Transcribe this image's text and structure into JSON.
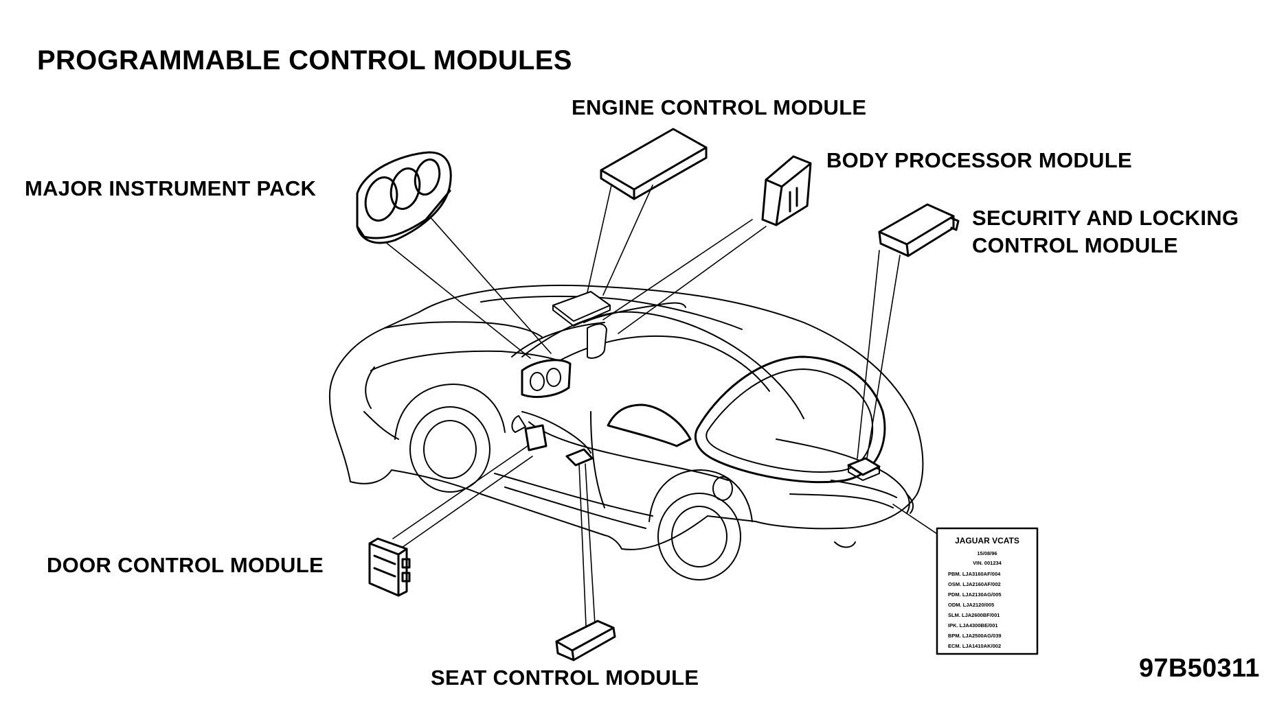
{
  "title": "PROGRAMMABLE CONTROL MODULES",
  "labels": {
    "engine_control_module": "ENGINE CONTROL MODULE",
    "body_processor_module": "BODY PROCESSOR MODULE",
    "major_instrument_pack": "MAJOR INSTRUMENT PACK",
    "security_locking_line1": "SECURITY AND LOCKING",
    "security_locking_line2": "CONTROL MODULE",
    "door_control_module": "DOOR CONTROL MODULE",
    "seat_control_module": "SEAT CONTROL MODULE"
  },
  "figure_number": "97B50311",
  "vin_label": {
    "heading": "JAGUAR  VCATS",
    "date": "15/08/96",
    "vin": "VIN.  001234",
    "rows": [
      "PBM.  LJA3160AF/004",
      "OSM.  LJA2160AF/002",
      "PDM.  LJA2130AG/005",
      "ODM.  LJA2120/005",
      "SLM.  LJA2600BF/001",
      "IPK.  LJA4300BE/001",
      "BPM.  LJA2500AG/039",
      "ECM.  LJA1410AK/002"
    ]
  }
}
